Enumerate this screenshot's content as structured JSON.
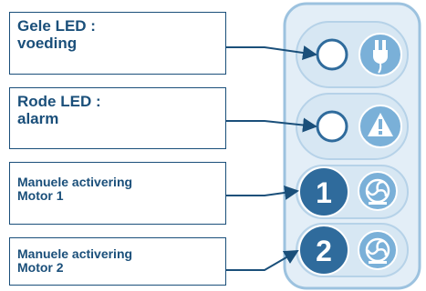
{
  "labels": {
    "gele_led": {
      "line1": "Gele LED :",
      "line2": "voeding"
    },
    "rode_led": {
      "line1": "Rode LED :",
      "line2": "alarm"
    },
    "motor1": {
      "line1": "Manuele activering",
      "line2": "Motor 1"
    },
    "motor2": {
      "line1": "Manuele activering",
      "line2": "Motor 2"
    }
  },
  "buttons": {
    "motor1_number": "1",
    "motor2_number": "2"
  },
  "icons": [
    "power-plug-icon",
    "warning-triangle-icon",
    "fan-icon",
    "fan-icon"
  ],
  "colors": {
    "text": "#1a4f7a",
    "panel_bg": "#e3eef7",
    "panel_border": "#8eb8d8",
    "dark_circle": "#2f6b9c",
    "light_circle": "#7ab0d8"
  }
}
